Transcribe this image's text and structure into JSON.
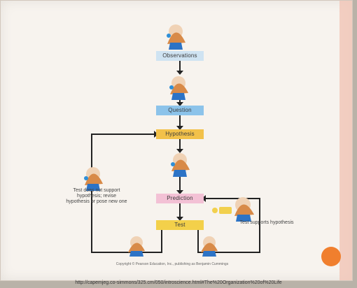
{
  "diagram": {
    "steps": {
      "observation": "Observations",
      "question": "Question",
      "hypothesis": "Hypothesis",
      "prediction": "Prediction",
      "test": "Test"
    },
    "captions": {
      "does_not_support": "Test does not support hypothesis; revise hypothesis or pose new one",
      "supports": "Test supports hypothesis"
    },
    "copyright": "Copyright © Pearson Education, Inc., publishing as Benjamin Cummings",
    "url": "http://capemjeg.co-simmons/325.cm/050/introscience.html#The%20Organization%20of%20Life",
    "colors": {
      "observation_box": "#cfe3f2",
      "question_box": "#8cc3ea",
      "hypothesis_box": "#f2c14a",
      "prediction_box": "#f3c1d5",
      "test_box": "#f3d04a",
      "accent_dot": "#f07f2e"
    }
  }
}
